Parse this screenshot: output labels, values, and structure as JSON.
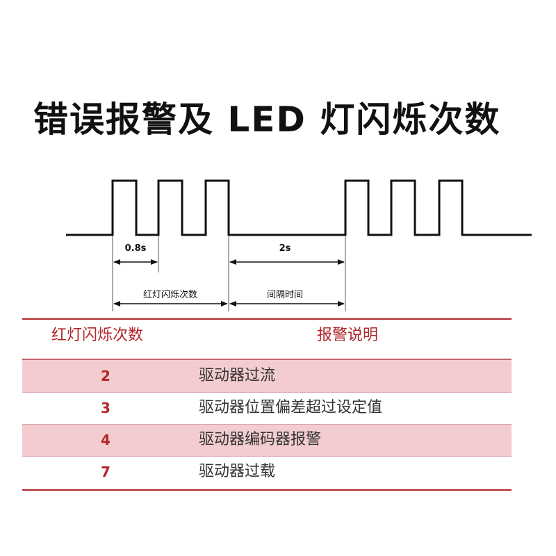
{
  "title": "错误报警及 LED 灯闪烁次数",
  "diagram": {
    "pulse_width_label": "0.8s",
    "interval_label": "2s",
    "blink_count_label": "红灯闪烁次数",
    "interval_time_label": "间隔时间",
    "groups": [
      {
        "name": "group-1",
        "pulses": 3
      },
      {
        "name": "group-2",
        "pulses": 3
      }
    ],
    "line_color": "#111111"
  },
  "table": {
    "headers": [
      "红灯闪烁次数",
      "报警说明"
    ],
    "rows": [
      {
        "code": "2",
        "desc": "驱动器过流",
        "shaded": true
      },
      {
        "code": "3",
        "desc": "驱动器位置偏差超过设定值",
        "shaded": false
      },
      {
        "code": "4",
        "desc": "驱动器编码器报警",
        "shaded": true
      },
      {
        "code": "7",
        "desc": "驱动器过载",
        "shaded": false
      }
    ],
    "accent_color": "#b2262a",
    "shade_color": "#f3cccf"
  }
}
